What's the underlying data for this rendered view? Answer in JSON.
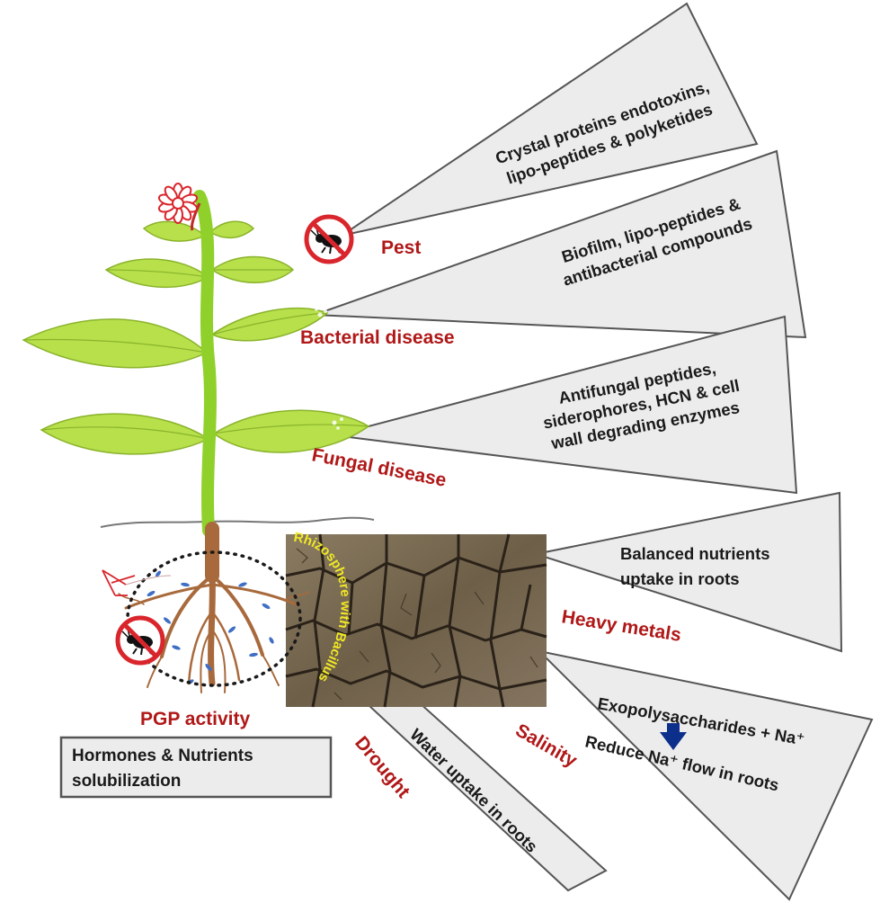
{
  "labels": {
    "pest": "Pest",
    "bacterial": "Bacterial disease",
    "fungal": "Fungal disease",
    "heavy_metals": "Heavy metals",
    "salinity": "Salinity",
    "drought": "Drought",
    "pgp": "PGP activity"
  },
  "wedges": {
    "pest": [
      "Crystal proteins endotoxins,",
      "lipo-peptides & polyketides"
    ],
    "bacterial": [
      "Biofilm, lipo-peptides &",
      "antibacterial compounds"
    ],
    "fungal": [
      "Antifungal peptides,",
      "siderophores, HCN & cell",
      "wall degrading enzymes"
    ],
    "heavy": [
      "Balanced nutrients",
      "uptake  in roots"
    ],
    "salinity_top": "Exopolysaccharides + Na⁺",
    "salinity_bottom": "Reduce Na⁺ flow in roots",
    "drought": "Water uptake in roots"
  },
  "pgp_box": [
    "Hormones & Nutrients",
    "solubilization"
  ],
  "rhizosphere": "Rhizosphere with Bacillus",
  "colors": {
    "label_red": "#b01818",
    "leaf": "#b7e04b",
    "stem": "#8fd12a",
    "root": "#a86a3c",
    "wedge_fill": "#ececec",
    "soil": "#7a6a52",
    "arrow_blue": "#0b2f8a",
    "rhizosphere_text": "#f0e826"
  },
  "icons": [
    "no-pest-sign-icon",
    "down-arrow-icon",
    "flower-icon"
  ]
}
